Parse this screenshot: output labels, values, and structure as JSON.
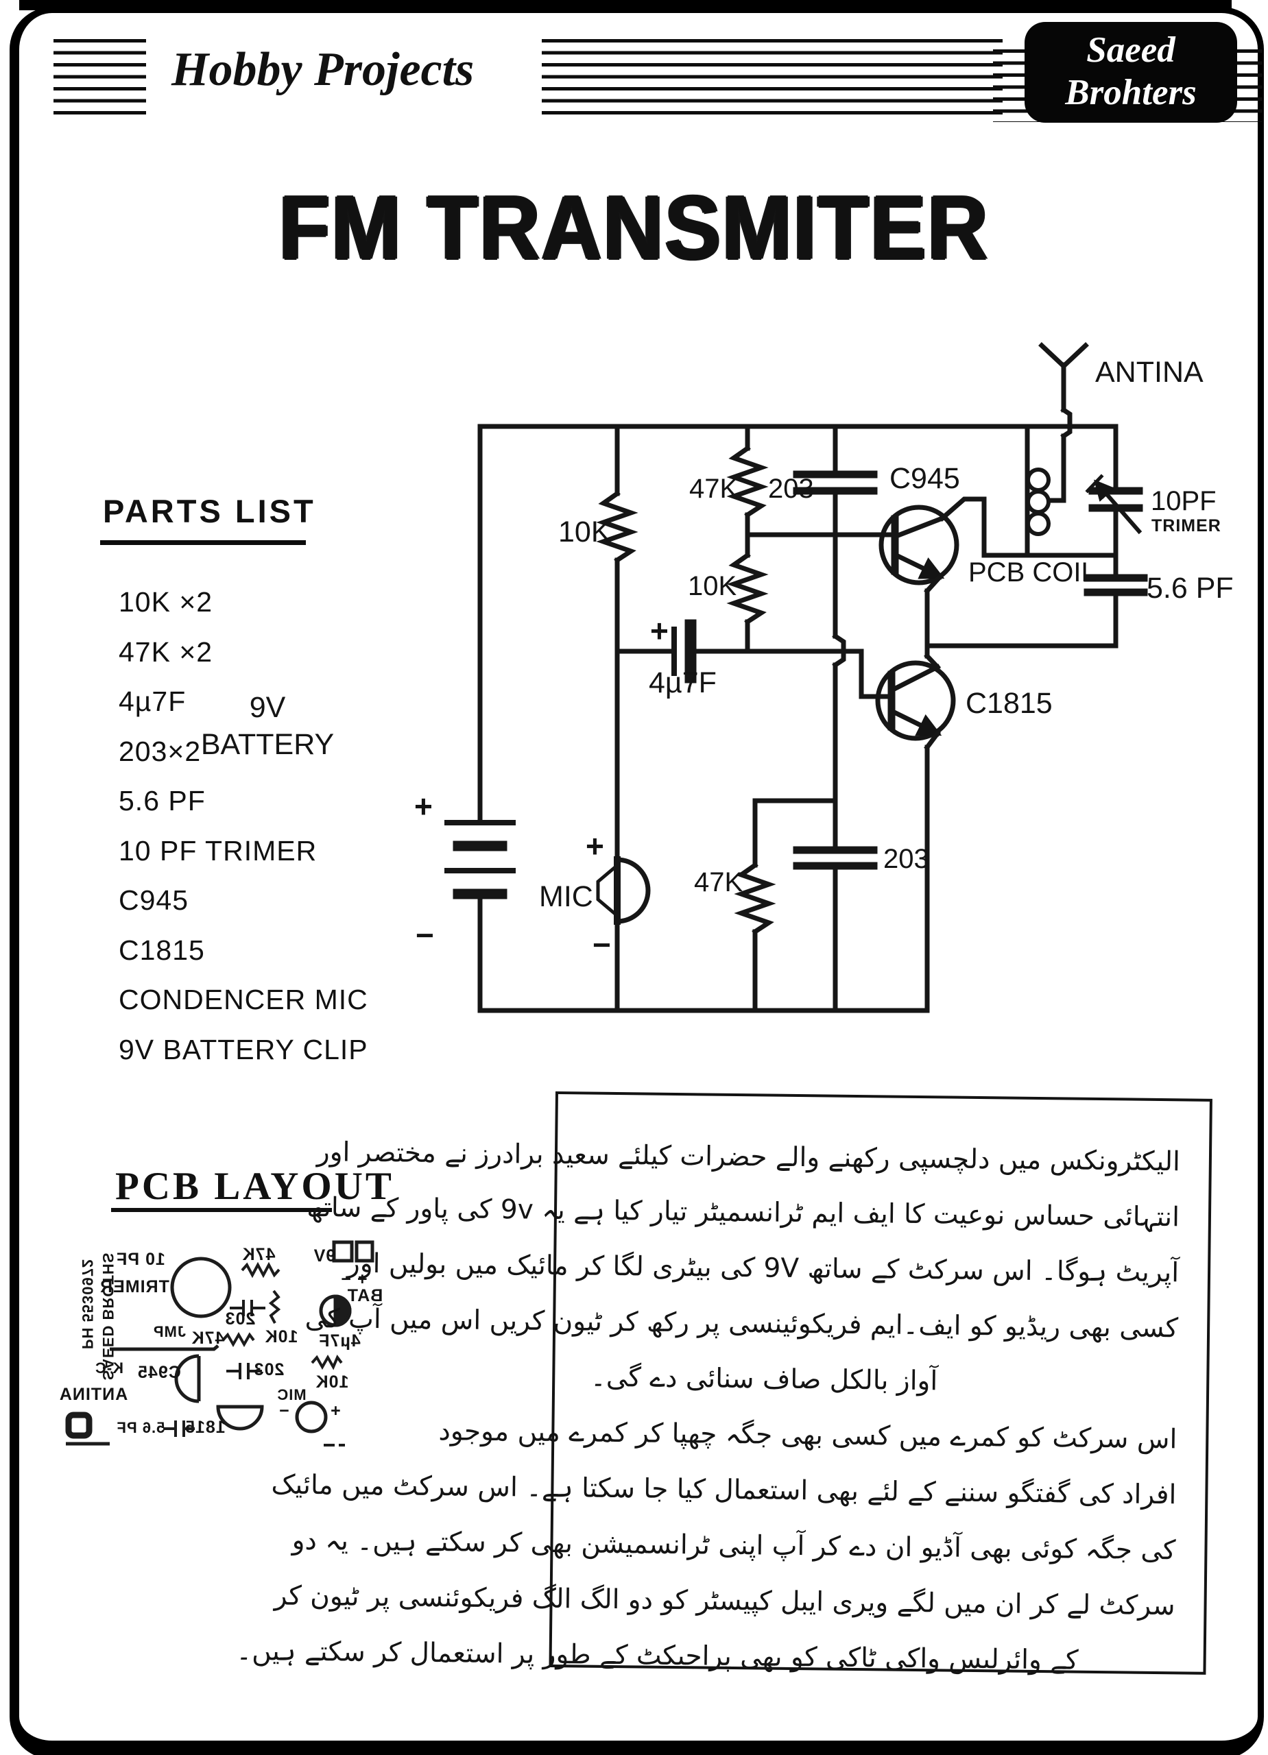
{
  "header": {
    "brand": "Hobby Projects",
    "badge_top": "Saeed",
    "badge_bottom": "Brohters"
  },
  "title": "FM TRANSMITER",
  "parts_list": {
    "heading": "PARTS LIST",
    "items": [
      "10K ×2",
      "47K ×2",
      "4µ7F",
      "203×2",
      "5.6 PF",
      "10 PF TRIMER",
      "C945",
      "C1815",
      "CONDENCER MIC",
      "9V BATTERY CLIP"
    ]
  },
  "schematic": {
    "antenna_label": "ANTINA",
    "r1": "10K",
    "r2": "47K",
    "c1": "203",
    "q1": "C945",
    "trimmer_value": "10PF",
    "trimmer_name": "TRIMER",
    "coil_label": "PCB COIL",
    "c2": "5.6 PF",
    "r3": "10K",
    "c3_plus": "+",
    "c3": "4µ7F",
    "q2": "C1815",
    "battery_v": "9V",
    "battery_label": "BATTERY",
    "battery_plus": "+",
    "battery_minus": "−",
    "mic_label": "MIC",
    "mic_plus": "+",
    "mic_minus": "−",
    "r4": "47K",
    "c4": "203"
  },
  "pcb": {
    "heading": "PCB LAYOUT",
    "side_line1": "SAEED BROTHS",
    "side_line2": "PH 5530972",
    "labels": [
      "10 PF",
      "TRIMER",
      "47K",
      "9V",
      "BAT",
      "+ −",
      "203",
      "4µ7F",
      "10K",
      "10K",
      "JMP",
      "47K",
      "203",
      "K-C",
      "C945",
      "ANTINA",
      "1815",
      "5.6 PF",
      "MIC",
      "+",
      "−"
    ]
  },
  "urdu_panel": {
    "lines": [
      "الیکٹرونکس میں دلچسپی رکھنے والے حضرات کیلئے سعید برادرز نے مختصر اور",
      "انتہائی حساس نوعیت کا ایف ایم ٹرانسمیٹر تیار کیا ہے یہ 9v کی پاور کے ساتھ",
      "آپریٹ ہوگا۔ اس سرکٹ کے ساتھ 9V کی بیٹری لگا کر مائیک میں بولیں اور",
      "کسی بھی ریڈیو کو ایف۔ایم فریکوئینسی پر رکھ کر ٹیون کریں اس میں آپ کی",
      "آواز بالکل صاف سنائی دے گی۔",
      "اس سرکٹ کو کمرے میں کسی بھی جگہ چھپا کر کمرے میں موجود",
      "افراد کی گفتگو سننے کے لئے بھی استعمال کیا جا سکتا ہے۔ اس سرکٹ میں مائیک",
      "کی جگہ کوئی بھی آڈیو ان دے کر آپ اپنی ٹرانسمیشن بھی کر سکتے ہیں۔ یہ دو",
      "سرکٹ لے کر ان میں لگے ویری ایبل کپیسٹر کو دو الگ الگ فریکوئنسی پر ٹیون کر",
      "کے وائرلیس واکی ٹاکی کو بھی پراجیکٹ کے طور پر استعمال کر سکتے ہیں۔"
    ]
  }
}
